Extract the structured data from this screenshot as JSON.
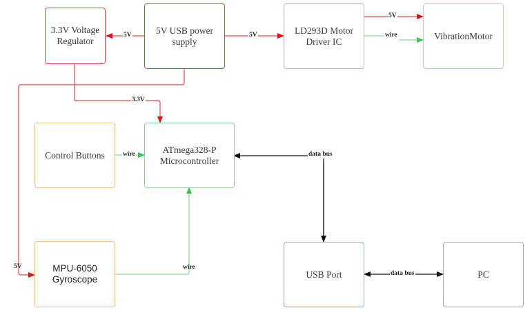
{
  "blocks": {
    "regulator": "3.3V Voltage\nRegulator",
    "usb_power": "5V USB power\nsupply",
    "motor_driver": "LD293D Motor\nDriver IC",
    "vibration_motor": "VibrationMotor",
    "control_buttons": "Control Buttons",
    "microcontroller": "ATmega328-P\nMicrocontroller",
    "gyroscope": "MPU-6050\nGyroscope",
    "usb_port": "USB Port",
    "pc": "PC"
  },
  "connections": {
    "supply_to_regulator": "5V",
    "supply_to_driver": "5V",
    "driver_to_motor_power": "5V",
    "driver_to_motor_signal": "wire",
    "regulator_to_mcu": "3.3V",
    "buttons_to_mcu": "wire",
    "usbport_to_mcu": "data bus",
    "supply_to_gyro": "5V",
    "gyro_to_mcu": "wire",
    "usbport_to_pc": "data bus"
  },
  "colors": {
    "power": "#d9272e",
    "signal": "#5cc46e",
    "data": "#111111"
  }
}
